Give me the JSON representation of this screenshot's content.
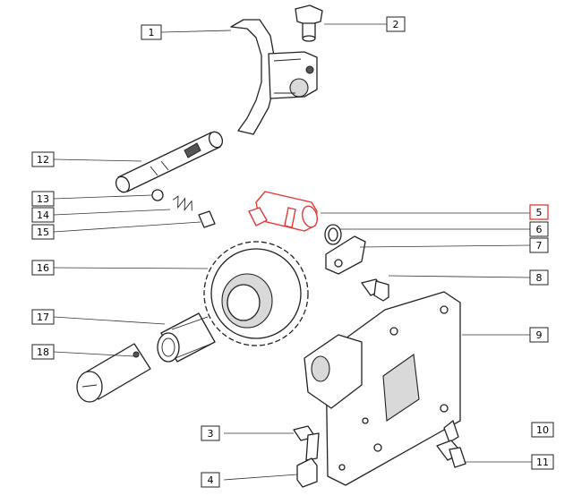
{
  "callouts": [
    {
      "number": "1"
    },
    {
      "number": "2"
    },
    {
      "number": "3"
    },
    {
      "number": "4"
    },
    {
      "number": "5",
      "highlighted": true
    },
    {
      "number": "6"
    },
    {
      "number": "7"
    },
    {
      "number": "8"
    },
    {
      "number": "9"
    },
    {
      "number": "10"
    },
    {
      "number": "11"
    },
    {
      "number": "12"
    },
    {
      "number": "13"
    },
    {
      "number": "14"
    },
    {
      "number": "15"
    },
    {
      "number": "16"
    },
    {
      "number": "17"
    },
    {
      "number": "18"
    }
  ],
  "colors": {
    "highlight": "#e53935",
    "line": "#222222",
    "background": "#ffffff"
  }
}
